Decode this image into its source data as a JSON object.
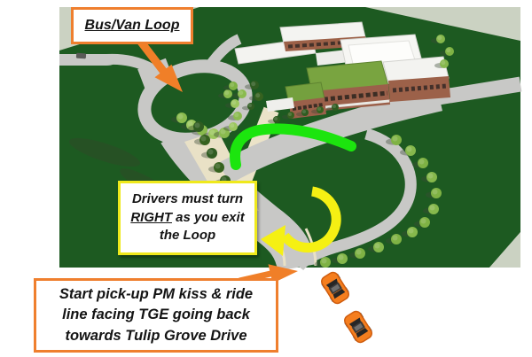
{
  "callouts": {
    "bus_van_loop": "Bus/Van Loop",
    "turn_right": {
      "line1": "Drivers must turn",
      "underlined": "RIGHT",
      "line2_rest": " as you exit",
      "line3": "the Loop"
    },
    "pickup_lines": [
      "Start pick-up PM kiss & ride",
      "line facing TGE going back",
      "towards Tulip Grove Drive"
    ]
  },
  "map": {
    "annotations": [
      "orange arrow pointing to bus/van loop",
      "green route highlight along school frontage",
      "yellow curved turn-right arrow at loop exit",
      "orange arrow marking pick-up line start",
      "two orange cars queued on exit drive"
    ]
  },
  "colors": {
    "callout_border_orange": "#ef7f2e",
    "callout_border_yellow": "#efe91c",
    "route_highlight_green": "#1ce50e",
    "turn_arrow_yellow": "#f5f013",
    "arrow_orange": "#f07f28",
    "car_orange": "#f57e1e",
    "ground_green": "#1d5a21",
    "backdrop_sage": "#cbd2c2",
    "road_gray": "#c8c8c6"
  }
}
